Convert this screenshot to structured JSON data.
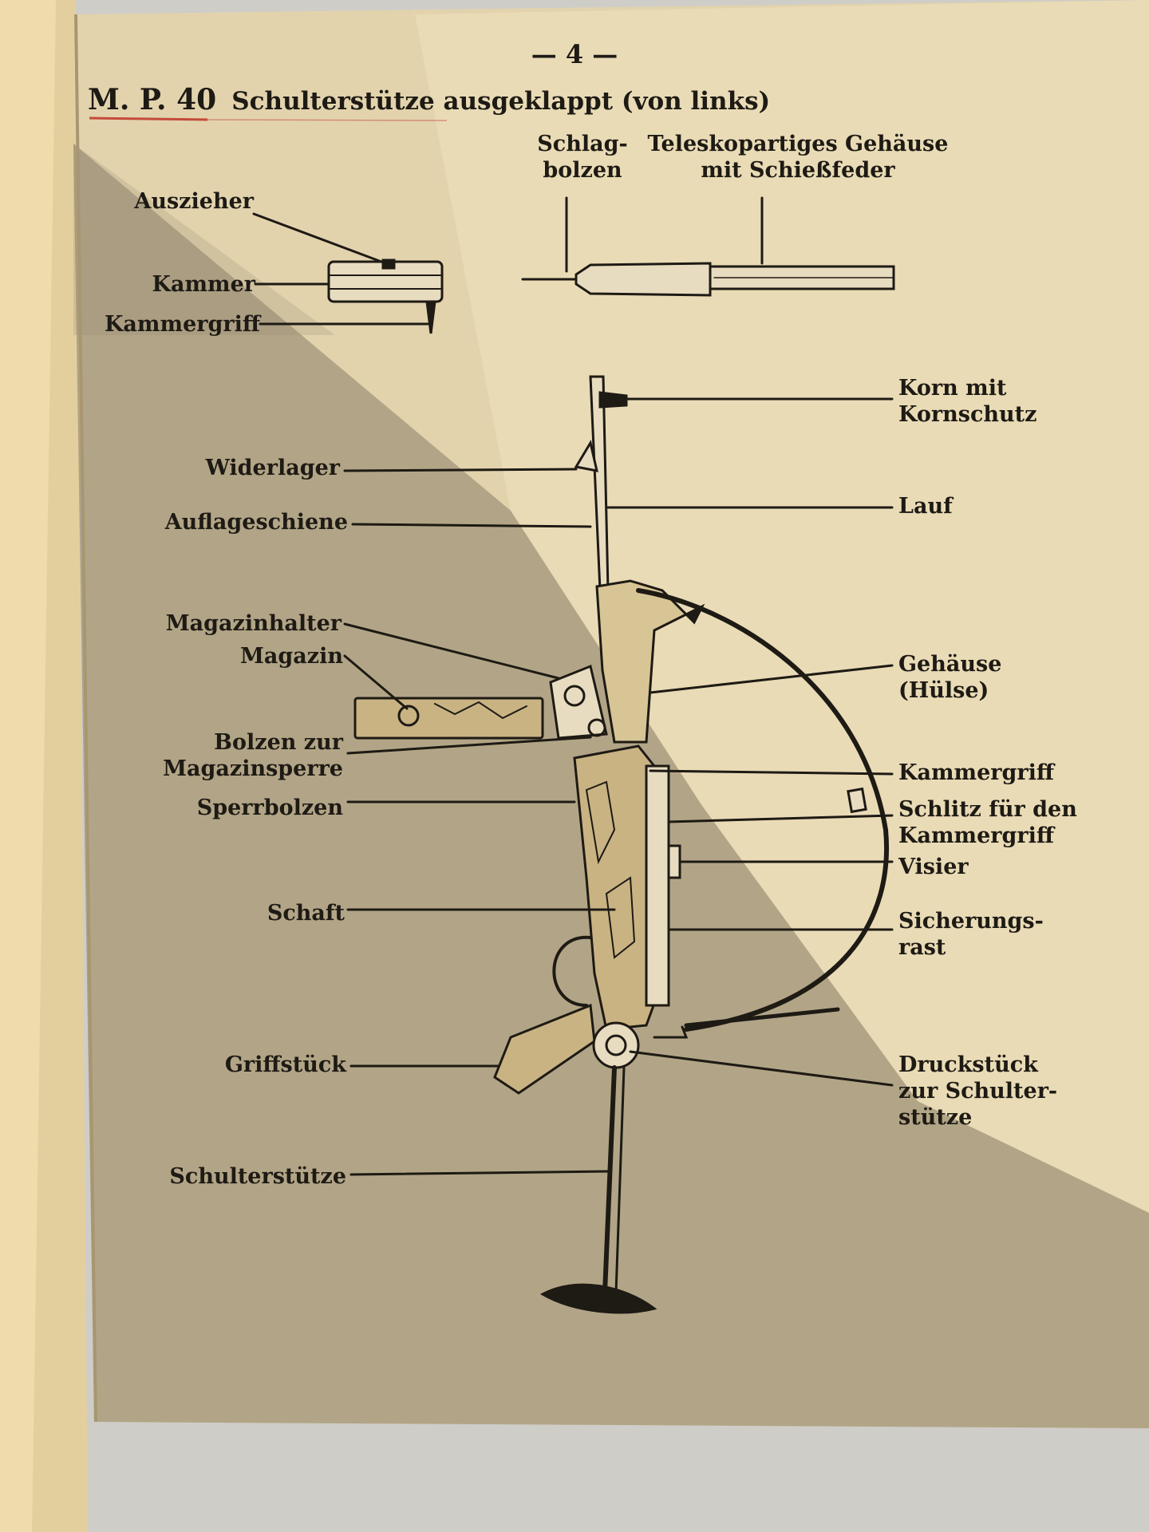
{
  "page": {
    "number": "— 4 —"
  },
  "title": {
    "model": "M. P. 40",
    "text": "Schulterstütze ausgeklappt (von links)"
  },
  "top_parts": {
    "left": {
      "auszieher": "Auszieher",
      "kammer": "Kammer",
      "kammergriff": "Kammergriff"
    },
    "right": {
      "schlagbolzen_1": "Schlag-",
      "schlagbolzen_2": "bolzen",
      "gehaeuse_1": "Teleskopartiges Gehäuse",
      "gehaeuse_2": "mit Schießfeder"
    }
  },
  "labels_left": {
    "widerlager": "Widerlager",
    "auflageschiene": "Auflageschiene",
    "magazinhalter": "Magazinhalter",
    "magazin": "Magazin",
    "bolzen_1": "Bolzen zur",
    "bolzen_2": "Magazinsperre",
    "sperrbolzen": "Sperrbolzen",
    "schaft": "Schaft",
    "griffstueck": "Griffstück",
    "schulterstuetze": "Schulterstütze"
  },
  "labels_right": {
    "korn_1": "Korn mit",
    "korn_2": "Kornschutz",
    "lauf": "Lauf",
    "gehaeuse_1": "Gehäuse",
    "gehaeuse_2": "(Hülse)",
    "kammergriff": "Kammergriff",
    "schlitz_1": "Schlitz für den",
    "schlitz_2": "Kammergriff",
    "visier": "Visier",
    "sicherung_1": "Sicherungs-",
    "sicherung_2": "rast",
    "druck_1": "Druckstück",
    "druck_2": "zur Schulter-",
    "druck_3": "stütze"
  },
  "colors": {
    "paper": "#d9c9a3",
    "paper_light": "#e6d6b0",
    "shadow": "#8a7f68",
    "ink": "#1e1a14",
    "underline": "#c44a3a",
    "background": "#cfcdc8"
  }
}
